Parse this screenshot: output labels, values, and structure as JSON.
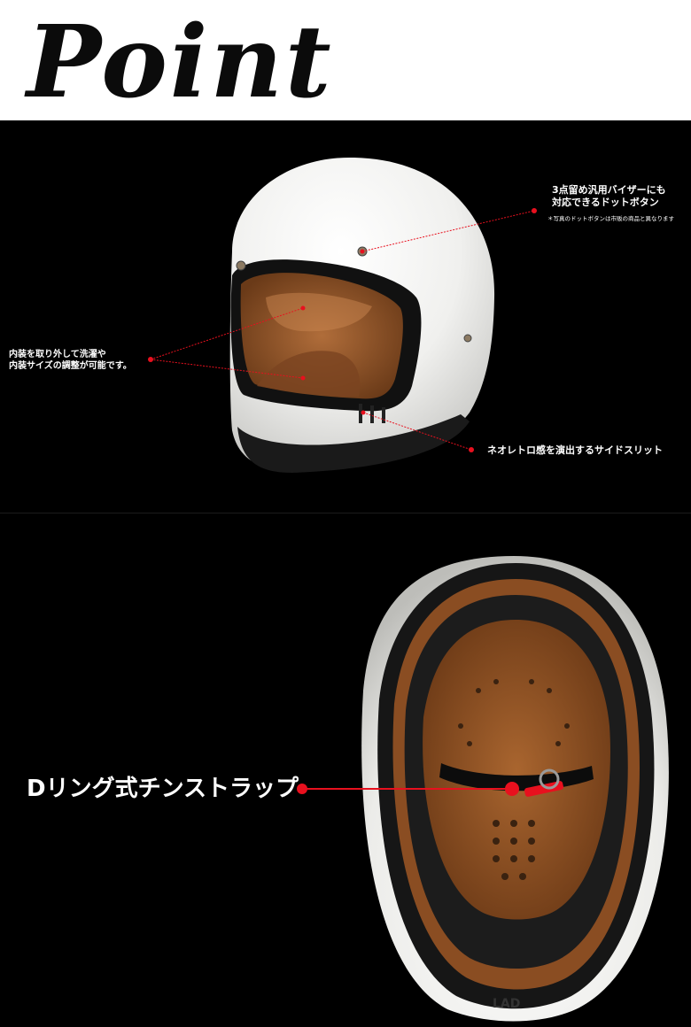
{
  "header": {
    "logo_text": "Point"
  },
  "callouts": {
    "visor_button": {
      "line1": "3点留め汎用バイザーにも",
      "line2": "対応できるドットボタン"
    },
    "visor_note": "＊写真のドットボタンは市販の商品と異なります",
    "liner": {
      "line1": "内装を取り外して洗濯や",
      "line2": "内装サイズの調整が可能です。"
    },
    "side_slit": "ネオレトロ感を演出するサイドスリット",
    "chin_strap": "Dリング式チンストラップ"
  },
  "colors": {
    "accent_red": "#e8101e",
    "shell_white": "#f2f2f0",
    "liner_brown": "#9a5a2c",
    "rim_black": "#151515"
  }
}
